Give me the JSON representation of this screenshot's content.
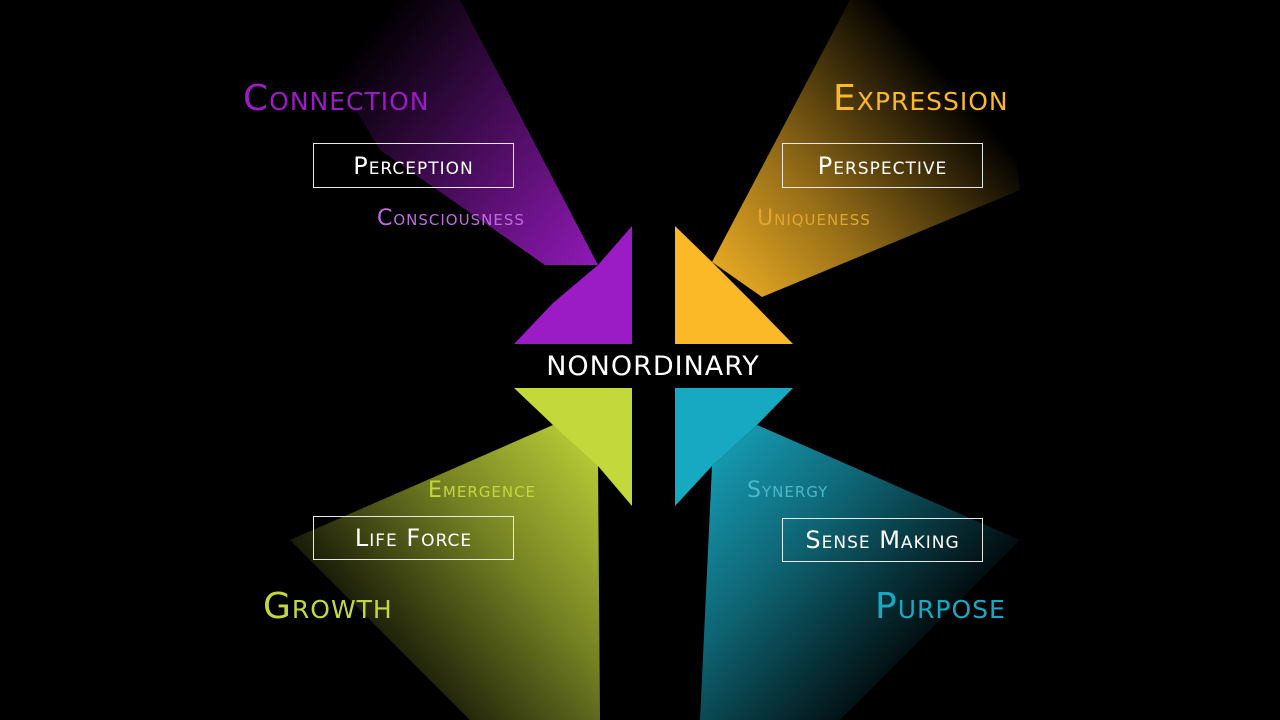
{
  "center": {
    "label": "NONORDINARY"
  },
  "colors": {
    "connection": "#9b1bc4",
    "expression": "#fbb827",
    "growth": "#c3d83a",
    "purpose": "#18a9c2",
    "background": "#000000"
  },
  "quadrants": {
    "connection": {
      "title": "Connection",
      "box": "Perception",
      "sub": "Consciousness"
    },
    "expression": {
      "title": "Expression",
      "box": "Perspective",
      "sub": "Uniqueness"
    },
    "growth": {
      "title": "Growth",
      "box": "Life Force",
      "sub": "Emergence"
    },
    "purpose": {
      "title": "Purpose",
      "box": "Sense Making",
      "sub": "Synergy"
    }
  }
}
